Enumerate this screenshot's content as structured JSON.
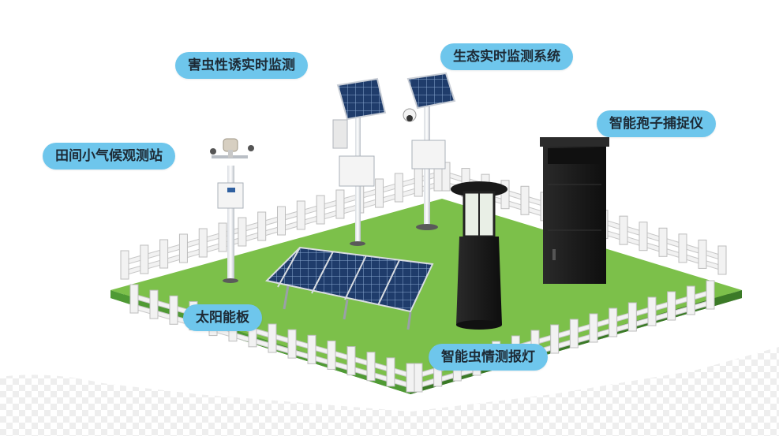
{
  "colors": {
    "label_bg": "#6ec6ec",
    "grass": "#7cc04a",
    "grass_edge": "#3f7d2a",
    "fence": "#f2f2f2",
    "solar_panel": "#1e3a66",
    "cabinet_dark": "#1c1c1c"
  },
  "labels": {
    "pest_lure": "害虫性诱实时监测",
    "ecology": "生态实时监测系统",
    "spore": "智能孢子捕捉仪",
    "weather": "田间小气候观测站",
    "solar": "太阳能板",
    "insect_lamp": "智能虫情测报灯"
  }
}
